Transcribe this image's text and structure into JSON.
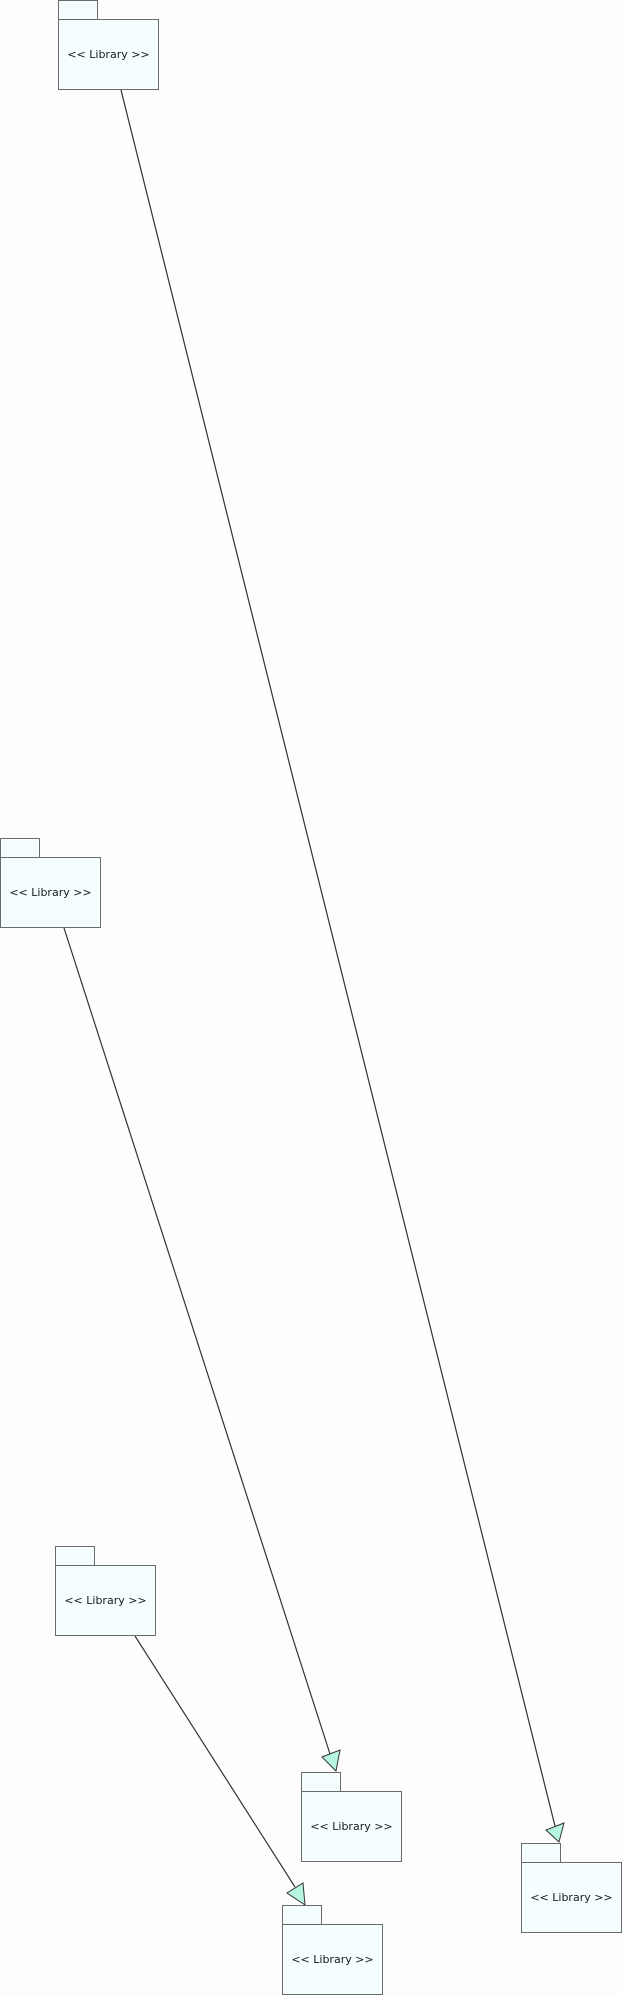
{
  "diagram": {
    "packages": [
      {
        "id": "pkg-1",
        "label": "<< Library >>"
      },
      {
        "id": "pkg-2",
        "label": "<< Library >>"
      },
      {
        "id": "pkg-3",
        "label": "<< Library >>"
      },
      {
        "id": "pkg-4",
        "label": "<< Library >>"
      },
      {
        "id": "pkg-5",
        "label": "<< Library >>"
      },
      {
        "id": "pkg-6",
        "label": "<< Library >>"
      }
    ],
    "relations": [
      {
        "from": "pkg-1",
        "to": "pkg-6",
        "type": "generalization"
      },
      {
        "from": "pkg-2",
        "to": "pkg-4",
        "type": "generalization"
      },
      {
        "from": "pkg-3",
        "to": "pkg-5",
        "type": "generalization"
      }
    ],
    "colors": {
      "package_fill": "#f5fefe",
      "package_border": "#6b6b6b",
      "arrowhead_fill": "#b6f5e1",
      "line": "#333333"
    }
  }
}
